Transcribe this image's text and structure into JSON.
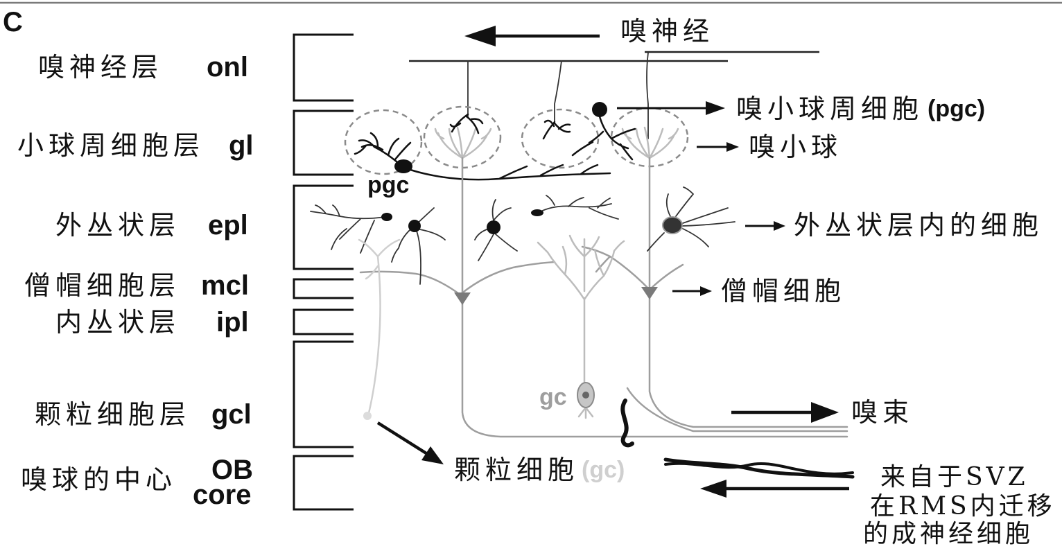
{
  "panel_label": "C",
  "layers": [
    {
      "name": "嗅神经层",
      "abbr": "onl"
    },
    {
      "name": "小球周细胞层",
      "abbr": "gl"
    },
    {
      "name": "外丛状层",
      "abbr": "epl"
    },
    {
      "name": "僧帽细胞层",
      "abbr": "mcl"
    },
    {
      "name": "内丛状层",
      "abbr": "ipl"
    },
    {
      "name": "颗粒细胞层",
      "abbr": "gcl"
    },
    {
      "name": "嗅球的中心",
      "abbr_line1": "OB",
      "abbr_line2": "core"
    }
  ],
  "annotations": {
    "olfactory_nerve": "嗅神经",
    "periglomerular_cell": "嗅小球周细胞",
    "periglomerular_cell_abbr": "(pgc)",
    "glomerulus": "嗅小球",
    "epl_cells": "外丛状层内的细胞",
    "mitral_cell": "僧帽细胞",
    "olfactory_tract": "嗅束",
    "granule_cell": "颗粒细胞",
    "granule_cell_abbr": "(gc)",
    "neuroblast_lines": [
      "来自于SVZ",
      "在RMS内迁移",
      "的成神经细胞"
    ]
  },
  "inline_labels": {
    "pgc": "pgc",
    "gc": "gc"
  },
  "colors": {
    "ink": "#111111",
    "mitral_gray": "#9e9e9e",
    "tuft_gray": "#bcbcbc",
    "faint_gray": "#cfcfcf",
    "glomerulus_dash": "#8a8a8a"
  }
}
